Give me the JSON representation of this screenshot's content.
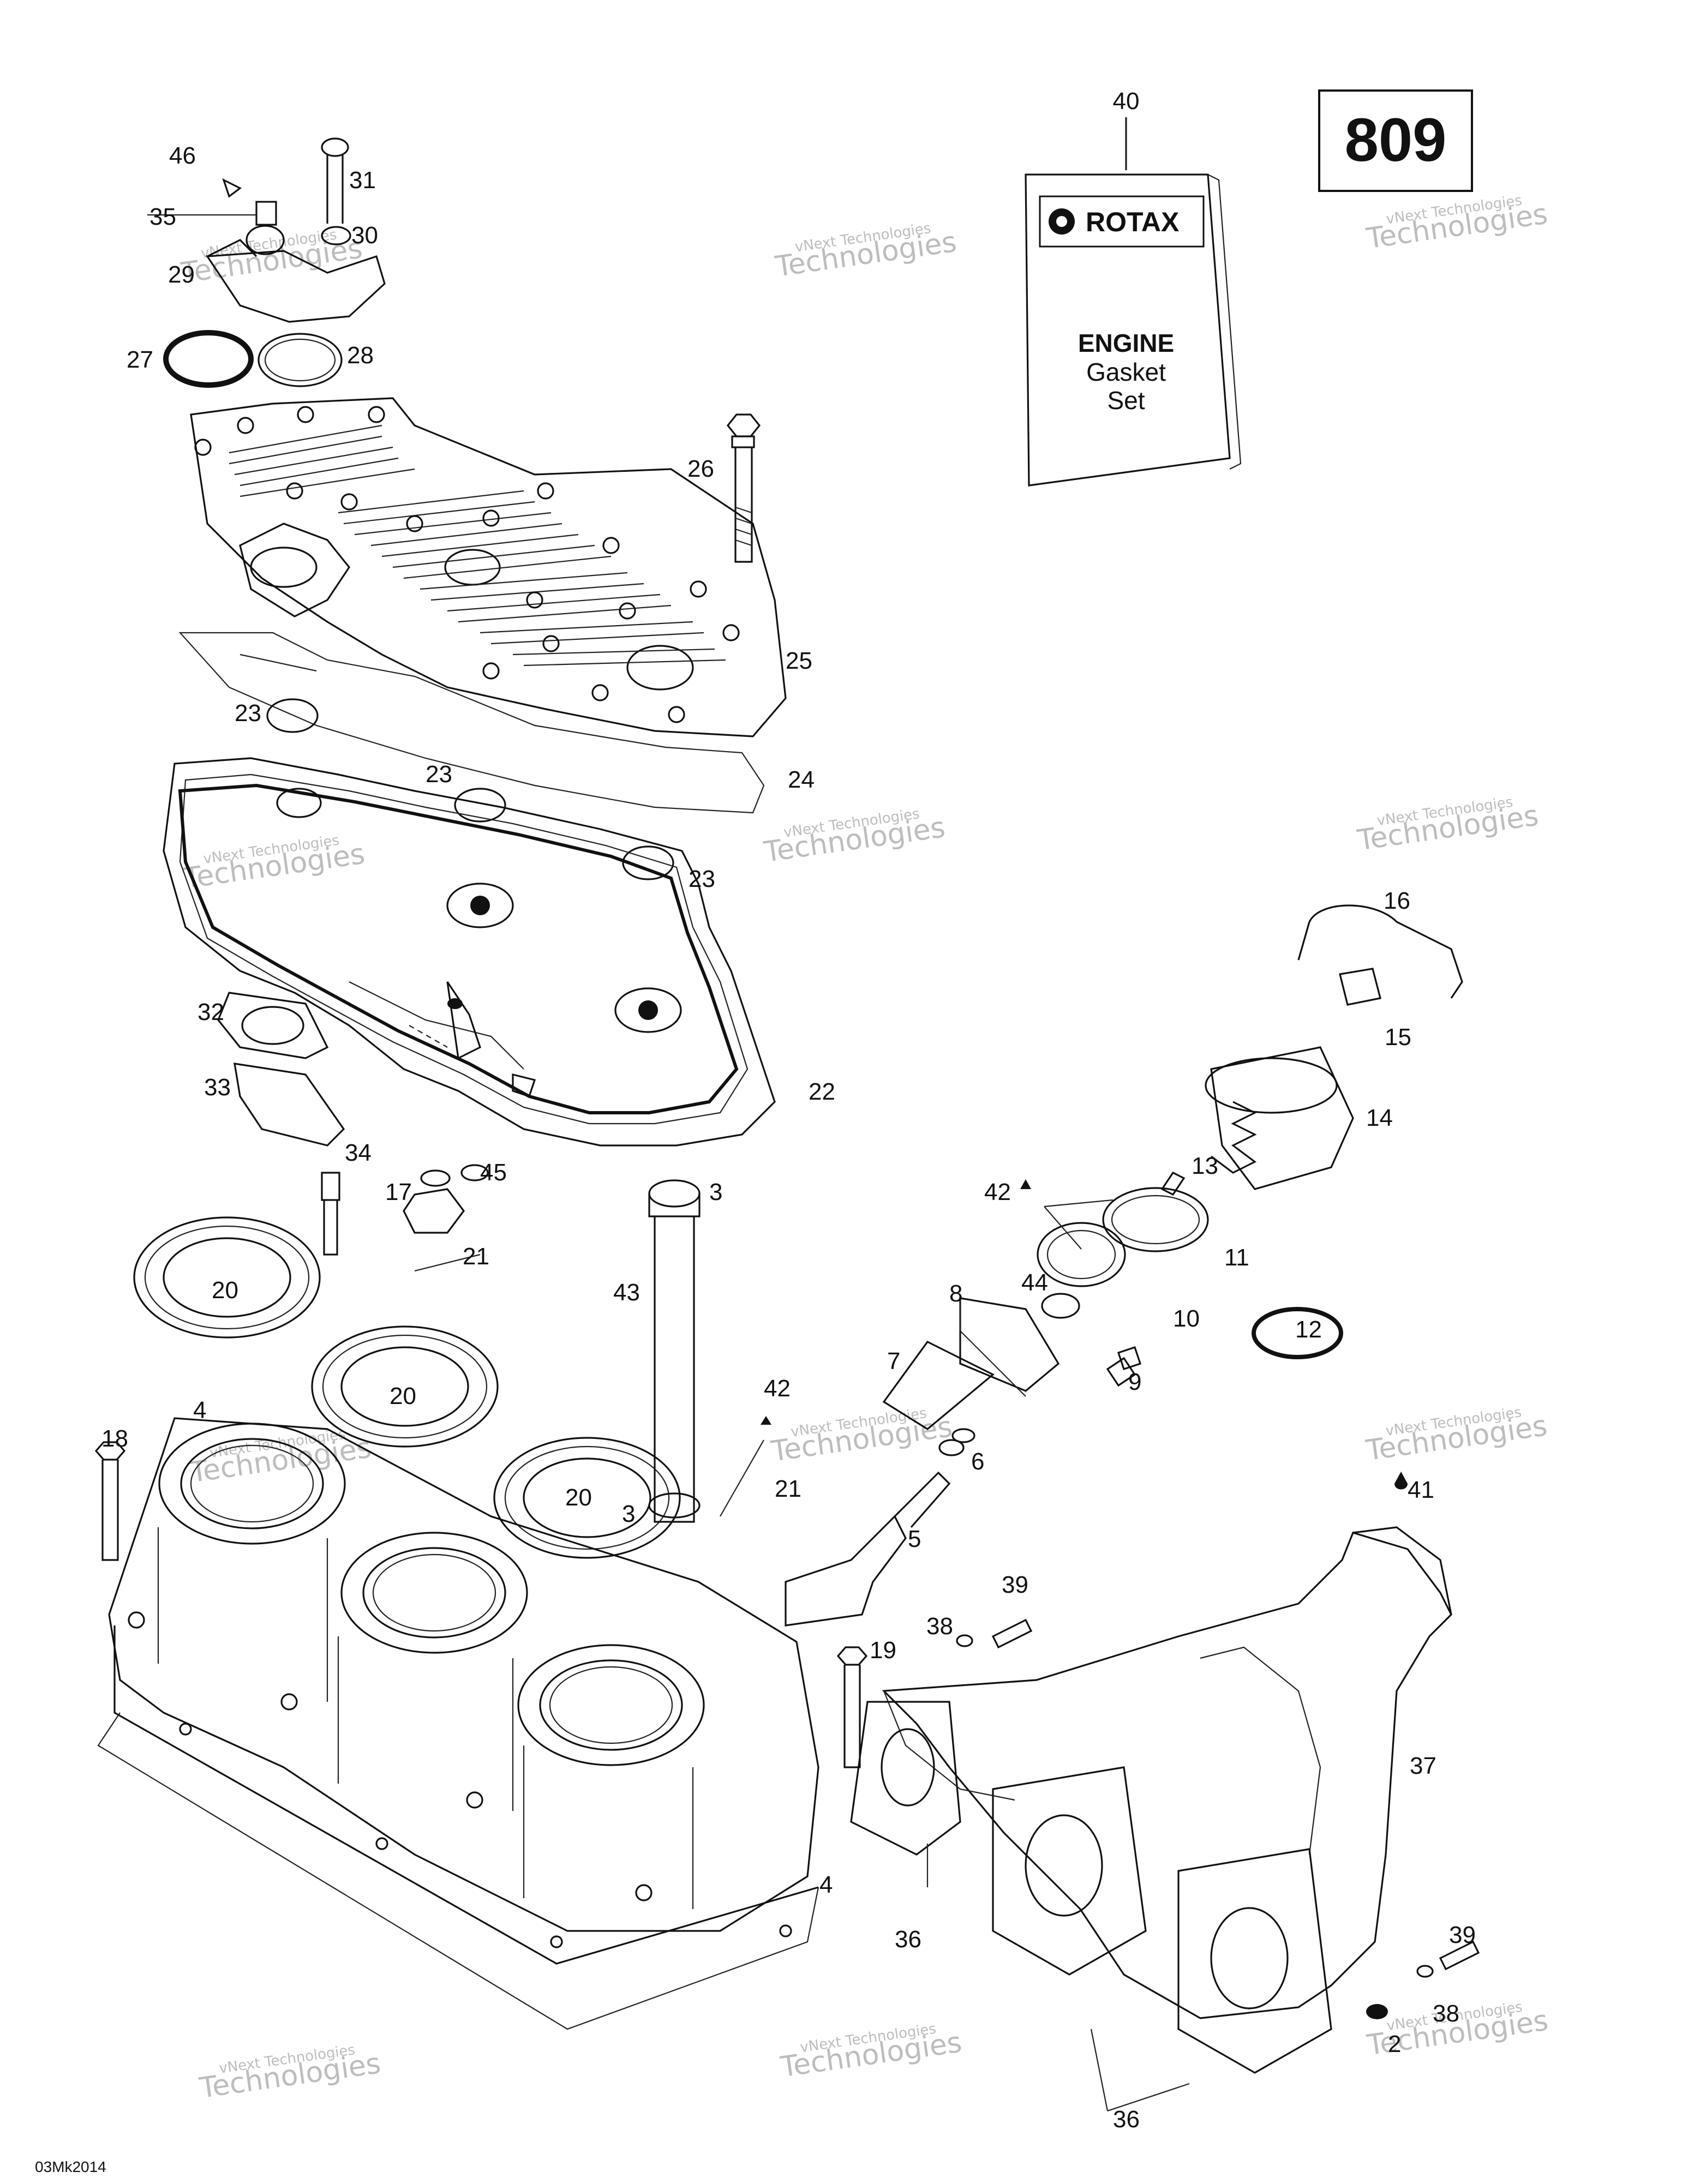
{
  "diagram_number": "809",
  "footer_code": "03Mk2014",
  "kit": {
    "callout": "40",
    "brand": "ROTAX",
    "title": "ENGINE",
    "line2": "Gasket",
    "line3": "Set"
  },
  "watermark": {
    "line1": "vNext Technologies",
    "line2": "vNext",
    "line3": "Technologies"
  },
  "callouts": [
    "46",
    "31",
    "35",
    "30",
    "29",
    "27",
    "28",
    "26",
    "25",
    "23",
    "24",
    "23",
    "23",
    "22",
    "32",
    "33",
    "34",
    "17",
    "45",
    "3",
    "21",
    "20",
    "20",
    "4",
    "18",
    "43",
    "42",
    "7",
    "20",
    "3",
    "21",
    "6",
    "5",
    "19",
    "39",
    "38",
    "37",
    "4",
    "36",
    "36",
    "39",
    "38",
    "2",
    "41",
    "16",
    "15",
    "14",
    "13",
    "42",
    "11",
    "8",
    "44",
    "10",
    "12",
    "9"
  ]
}
